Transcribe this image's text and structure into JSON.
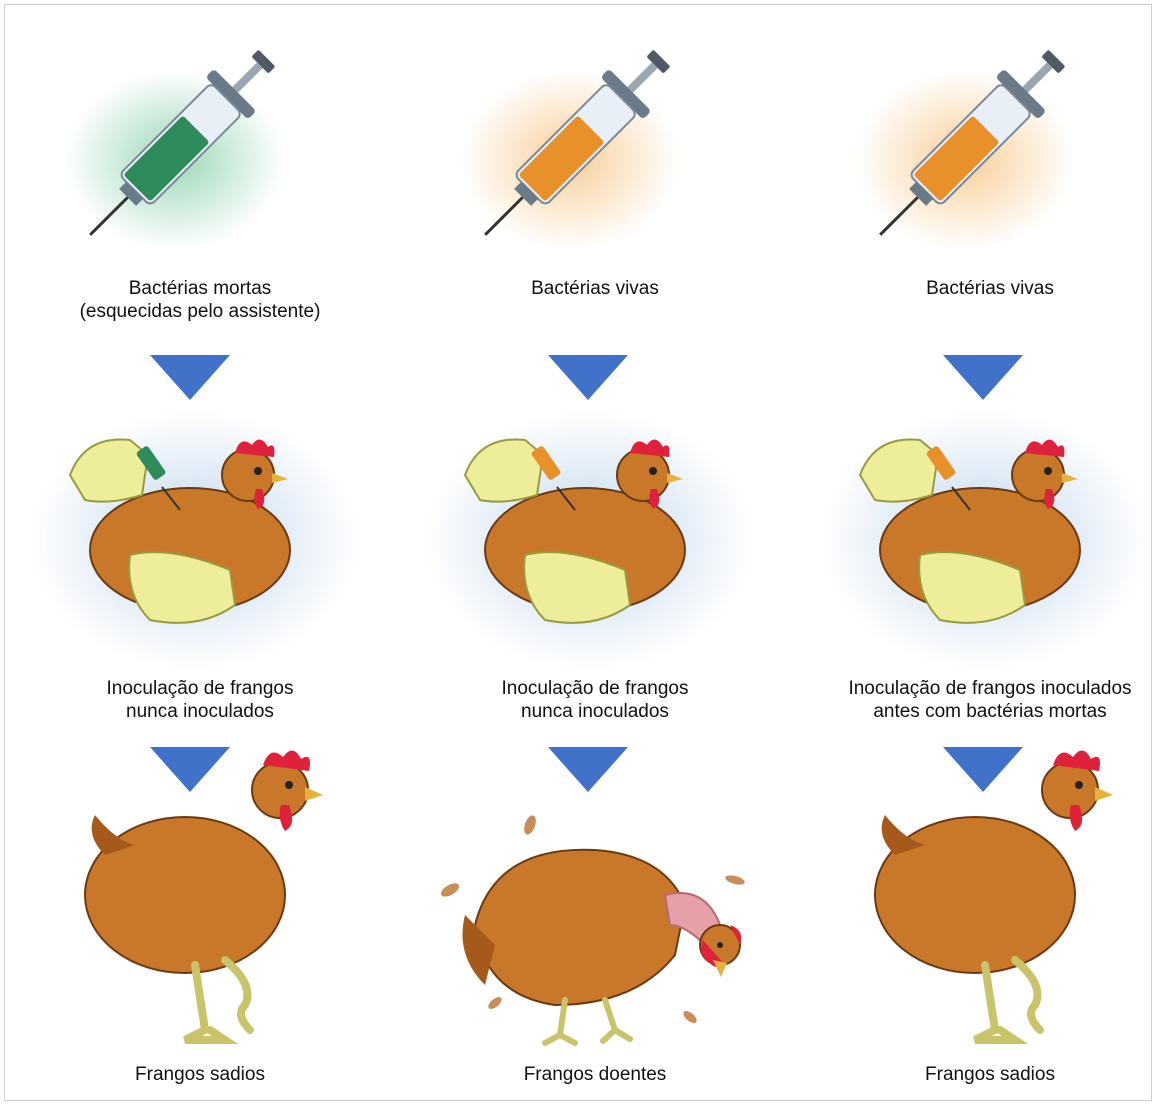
{
  "columns": [
    {
      "syringe_label": [
        "Bactérias mortas",
        "(esquecidas pelo assistente)"
      ],
      "syringe_fluid_color": "#2e8b5a",
      "syringe_glow_color": "#8fd3ad",
      "inoculation_label": [
        "Inoculação de frangos",
        "nunca inoculados"
      ],
      "outcome_label": "Frangos sadios",
      "outcome_state": "healthy"
    },
    {
      "syringe_label": [
        "Bactérias vivas"
      ],
      "syringe_fluid_color": "#e8902a",
      "syringe_glow_color": "#f6c98d",
      "inoculation_label": [
        "Inoculação de frangos",
        "nunca inoculados"
      ],
      "outcome_label": "Frangos doentes",
      "outcome_state": "sick"
    },
    {
      "syringe_label": [
        "Bactérias vivas"
      ],
      "syringe_fluid_color": "#e8902a",
      "syringe_glow_color": "#f6c98d",
      "inoculation_label": [
        "Inoculação de frangos inoculados",
        "antes com bactérias mortas"
      ],
      "outcome_label": "Frangos sadios",
      "outcome_state": "healthy"
    }
  ],
  "colors": {
    "arrow": "#3f72c8",
    "glove": "#eeee9a",
    "chicken_body": "#c9782a",
    "comb": "#e0213b",
    "feet": "#e5e07a",
    "inoc_glow": "#b9d2ec"
  }
}
